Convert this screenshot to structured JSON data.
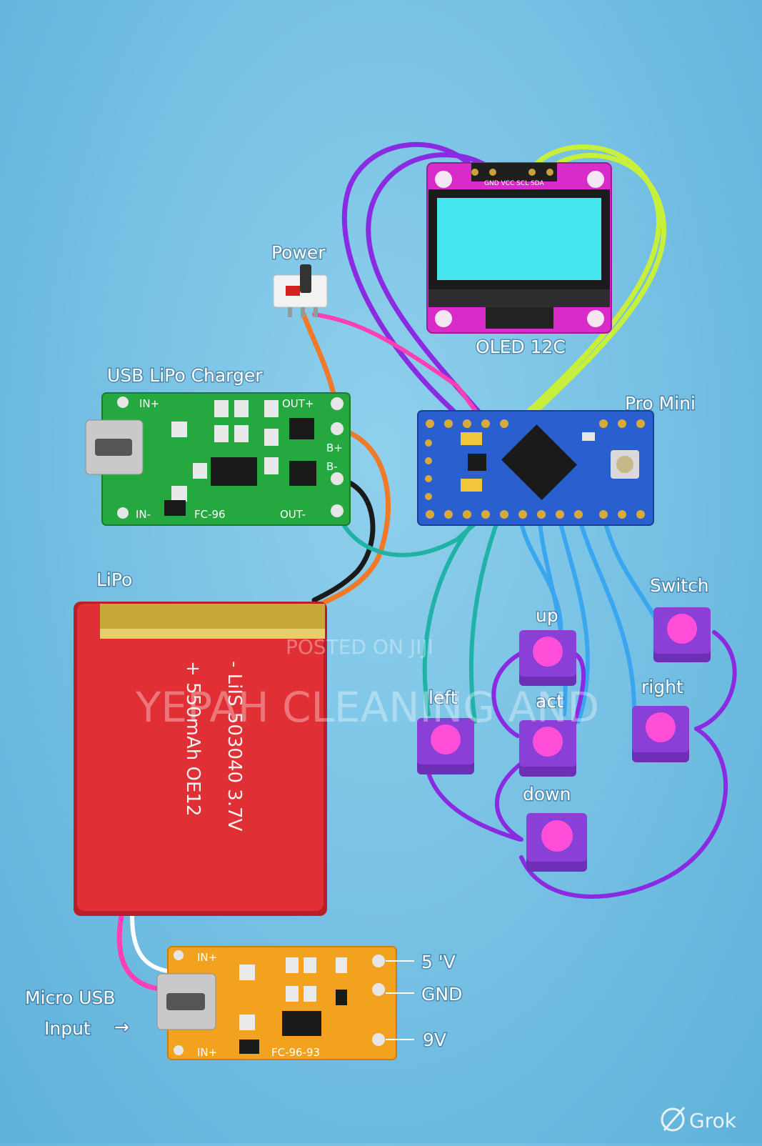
{
  "labels": {
    "power": "Power",
    "oled": "OLED 12C",
    "oled_pins": "GND VCC SCL SDA",
    "charger": "USB LiPo Charger",
    "pro_mini": "Pro Mini",
    "lipo": "LiPo",
    "switch": "Switch",
    "up": "up",
    "left": "left",
    "act": "act",
    "right": "right",
    "down": "down",
    "micro_usb_line1": "Micro USB",
    "micro_usb_line2": "Input",
    "arrow": "→",
    "out_5v": "5 'V",
    "out_gnd": "GND",
    "out_9v": "9V"
  },
  "charger_board": {
    "in_plus": "IN+",
    "in_minus": "IN-",
    "out_plus": "OUT+",
    "out_minus": "OUT-",
    "b_plus": "B+",
    "b_minus": "B-",
    "model": "FC-96"
  },
  "boost_board": {
    "in_plus": "IN+",
    "in_minus": "IN+",
    "model": "FC-96-93"
  },
  "battery": {
    "line1": "- LiIS 503040 3.7V",
    "line2": "+ 550mAh OE12"
  },
  "watermark": {
    "line1": "POSTED ON JIJI",
    "line2": "YEPAH CLEANING AND"
  },
  "brand": {
    "name": "Grok",
    "icon": "grok-logo-icon"
  },
  "colors": {
    "background": "#74bfe3",
    "oled_board": "#d92bc9",
    "oled_screen": "#45e6ee",
    "charger_pcb": "#25a83f",
    "pro_mini_pcb": "#2a5fd0",
    "boost_pcb": "#f2a21e",
    "battery": "#e02f35",
    "button_body": "#8a3fd6",
    "button_cap": "#ff4fd8",
    "wire_purple": "#8a2be2",
    "wire_yellow": "#c8f03a",
    "wire_orange": "#f07a28",
    "wire_black": "#1a1a1a",
    "wire_teal": "#20b2a6",
    "wire_blue": "#3aa6f0",
    "wire_pink": "#ff3fb4"
  }
}
